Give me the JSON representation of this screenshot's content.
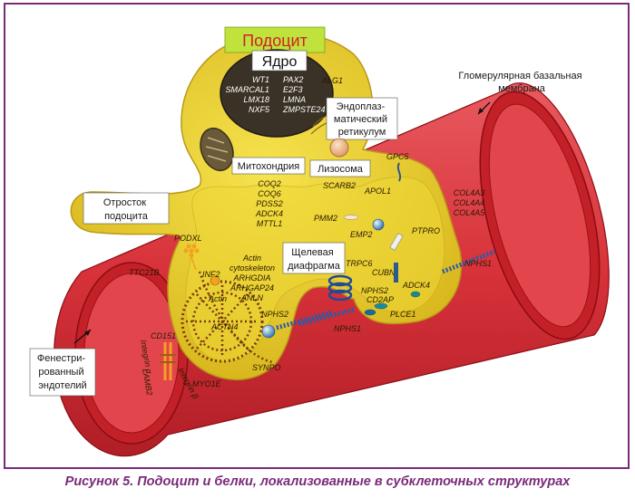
{
  "caption": "Рисунок 5. Подоцит и белки, локализованные в субклеточных структурах",
  "colors": {
    "vessel": "#d8323a",
    "vessel_dark": "#a8141c",
    "cell": "#e6cc28",
    "cell_light": "#f4e14a",
    "nucleus": "#3a3226",
    "title_box": "#bfe33c",
    "title_text": "#d0202a",
    "caption": "#7a2a7a"
  },
  "labels": {
    "podocyte": "Подоцит",
    "nucleus": "Ядро",
    "er": [
      "Эндоплаз-",
      "матический",
      "ретикулум"
    ],
    "mitochondria": "Митохондрия",
    "lysosome": "Лизосома",
    "process": [
      "Отросток",
      "подоцита"
    ],
    "slit": [
      "Щелевая",
      "диафрагма"
    ],
    "gbm": [
      "Гломерулярная базальная",
      "мембрана"
    ],
    "endothelium": [
      "Фенестри-",
      "рованный",
      "эндотелий"
    ]
  },
  "proteins": {
    "nucleus_left": [
      "WT1",
      "SMARCAL1",
      "LMX18",
      "NXF5"
    ],
    "nucleus_right": [
      "PAX2",
      "E2F3",
      "LMNA",
      "ZMPSTE24"
    ],
    "alg1": "ALG1",
    "mito_list": [
      "COQ2",
      "COQ6",
      "PDSS2",
      "ADCK4",
      "MTTL1"
    ],
    "scarb2": "SCARB2",
    "apol1": "APOL1",
    "pmm2": "PMM2",
    "gpc5": "GPC5",
    "col4": [
      "COL4A3",
      "COL4A4",
      "COL4A5"
    ],
    "emp2": "EMP2",
    "ptpro": "PTPRO",
    "podxl": "PODXL",
    "ttc21b": "TTC21B",
    "actin_list": [
      "Actin",
      "cytoskeleton",
      "ARHGDIA",
      "ARHGAP24",
      "ANLN"
    ],
    "inf2": "INF2",
    "actin": "Actin",
    "trpc6": "TRPC6",
    "cubn": "CUBN",
    "adck4": "ADCK4",
    "nphs1_right": "NPHS1",
    "nphs2_left": "NPHS2",
    "nphs2_mid": "NPHS2",
    "cd2ap": "CD2AP",
    "plce1": "PLCE1",
    "nphs1_mid": "NPHS1",
    "actn4": "ACTN4",
    "cd151": "CD151",
    "integrin_a": "Integrin α",
    "integrin_b": "Integrin β",
    "lamb2": "LAMB2",
    "myo1e": "MYO1E",
    "synpo": "SYNPO"
  }
}
